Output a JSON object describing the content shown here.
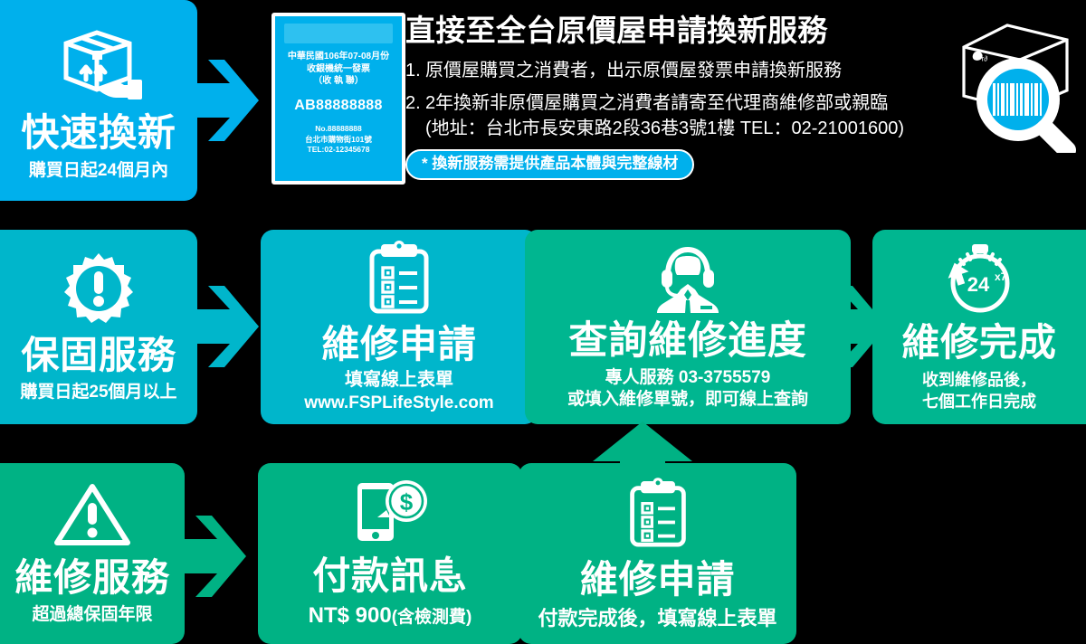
{
  "colors": {
    "bg": "#000000",
    "blue": "#00b0ec",
    "teal": "#00b6cb",
    "green": "#00b690",
    "green_dark": "#00b284",
    "white": "#ffffff"
  },
  "row1": {
    "card": {
      "icon": "package-hand-icon",
      "title": "快速換新",
      "subtitle": "購買日起24個月內"
    },
    "receipt": {
      "icon": "receipt-icon",
      "lines": [
        "中華民國106年07-08月份",
        "收銀機統一發票",
        "（收 執 聯）"
      ],
      "number": "AB88888888",
      "footer": [
        "No.88888888",
        "台北市購物街101號",
        "TEL:02-12345678"
      ]
    },
    "panel": {
      "title": "直接至全台原價屋申請換新服務",
      "items": [
        {
          "num": "1.",
          "text": "原價屋購買之消費者，出示原價屋發票申請換新服務"
        },
        {
          "num": "2.",
          "text": "2年換新非原價屋購買之消費者請寄至代理商維修部或親臨"
        }
      ],
      "item2_line2": "(地址：台北市長安東路2段36巷3號1樓 TEL：02-21001600)",
      "note": "* 換新服務需提供產品本體與完整線材",
      "side_icon": "box-barcode-magnifier-icon"
    }
  },
  "row2": [
    {
      "icon": "gear-exclamation-icon",
      "title": "保固服務",
      "subtitle": "購買日起25個月以上",
      "url": ""
    },
    {
      "icon": "clipboard-checklist-icon",
      "title": "維修申請",
      "subtitle": "填寫線上表單",
      "url": "www.FSPLifeStyle.com"
    },
    {
      "icon": "headset-agent-icon",
      "title": "查詢維修進度",
      "subtitle": "專人服務 03-3755579",
      "subtitle2": "或填入維修單號，即可線上查詢",
      "url": ""
    },
    {
      "icon": "stopwatch-24x7-icon",
      "title": "維修完成",
      "subtitle": "收到維修品後，",
      "subtitle2": "七個工作日完成",
      "url": ""
    }
  ],
  "row3": [
    {
      "icon": "warning-triangle-icon",
      "title": "維修服務",
      "subtitle": "超過總保固年限"
    },
    {
      "icon": "phone-dollar-icon",
      "title": "付款訊息",
      "subtitle_main": "NT$ 900",
      "subtitle_small": "(含檢測費)"
    },
    {
      "icon": "clipboard-checklist-icon",
      "title": "維修申請",
      "subtitle": "付款完成後，填寫線上表單"
    }
  ],
  "arrows": {
    "a1": "chevron-right-arrow",
    "a2": "chevron-right-arrow",
    "a3": "chevron-right-arrow",
    "a4": "chevron-right-arrow",
    "a5": "chevron-right-arrow",
    "a6": "chevron-right-arrow",
    "up": "arrow-up"
  },
  "stopwatch_label": {
    "main": "24",
    "sup": "x7"
  }
}
